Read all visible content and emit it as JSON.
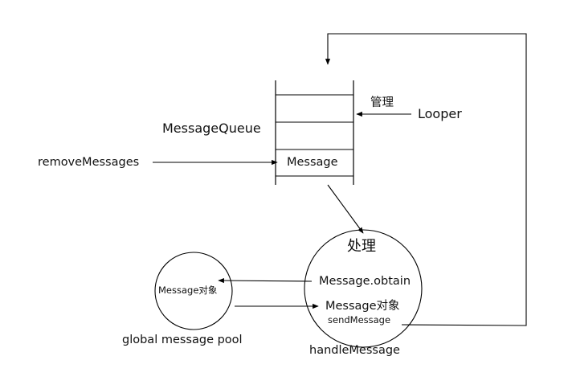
{
  "diagram": {
    "queue": {
      "label": "MessageQueue",
      "slot_label": "Message"
    },
    "looper": {
      "label": "Looper",
      "action": "管理"
    },
    "remove": {
      "label": "removeMessages"
    },
    "handler": {
      "title": "处理",
      "obtain": "Message.obtain",
      "object": "Message对象",
      "send": "sendMessage",
      "caption": "handleMessage"
    },
    "pool": {
      "object": "Message对象",
      "caption": "global message  pool"
    }
  }
}
